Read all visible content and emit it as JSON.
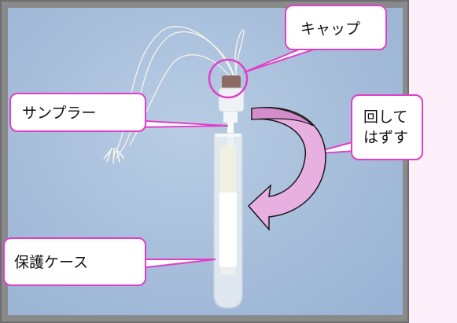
{
  "labels": {
    "cap": "キャップ",
    "sampler": "サンプラー",
    "rotate": "回して\nはずす",
    "case": "保護ケース"
  },
  "colors": {
    "background": "#fdf0fb",
    "callout_border": "#e040c8",
    "arrow_fill": "#e8b0e0",
    "photo_background": "#a9c0dc"
  },
  "icons": {
    "rotate_arrow": "curved-arrow-icon",
    "cap_highlight": "circle-highlight-icon"
  }
}
